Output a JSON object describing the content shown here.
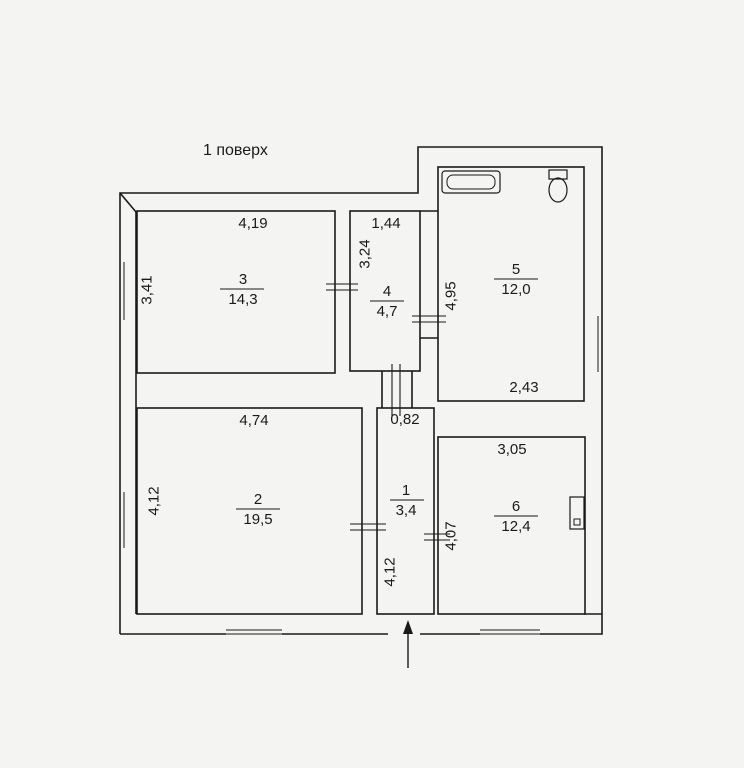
{
  "title": "1 поверх",
  "rooms": [
    {
      "id": "1",
      "area": "3,4"
    },
    {
      "id": "2",
      "area": "19,5"
    },
    {
      "id": "3",
      "area": "14,3"
    },
    {
      "id": "4",
      "area": "4,7"
    },
    {
      "id": "5",
      "area": "12,0"
    },
    {
      "id": "6",
      "area": "12,4"
    }
  ],
  "dimensions": {
    "room3_width": "4,19",
    "room3_height": "3,41",
    "room4_width": "1,44",
    "room4_height": "3,24",
    "room5_height": "4,95",
    "room5_width": "2,43",
    "corridor_width": "0,82",
    "room2_width": "4,74",
    "room2_height": "4,12",
    "room1_height": "4,12",
    "room6_width": "3,05",
    "room6_height": "4,07"
  },
  "colors": {
    "line": "#1a1a1a",
    "background": "#f4f4f2"
  }
}
